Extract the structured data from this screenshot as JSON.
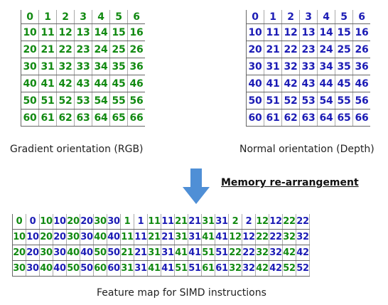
{
  "gradient_grid": {
    "color": "#128a12",
    "rows": [
      [
        "0",
        "1",
        "2",
        "3",
        "4",
        "5",
        "6"
      ],
      [
        "10",
        "11",
        "12",
        "13",
        "14",
        "15",
        "16"
      ],
      [
        "20",
        "21",
        "22",
        "23",
        "24",
        "25",
        "26"
      ],
      [
        "30",
        "31",
        "32",
        "33",
        "34",
        "35",
        "36"
      ],
      [
        "40",
        "41",
        "42",
        "43",
        "44",
        "45",
        "46"
      ],
      [
        "50",
        "51",
        "52",
        "53",
        "54",
        "55",
        "56"
      ],
      [
        "60",
        "61",
        "62",
        "63",
        "64",
        "65",
        "66"
      ]
    ],
    "caption": "Gradient orientation (RGB)"
  },
  "normal_grid": {
    "color": "#1c1cb5",
    "rows": [
      [
        "0",
        "1",
        "2",
        "3",
        "4",
        "5",
        "6"
      ],
      [
        "10",
        "11",
        "12",
        "13",
        "14",
        "15",
        "16"
      ],
      [
        "20",
        "21",
        "22",
        "23",
        "24",
        "25",
        "26"
      ],
      [
        "30",
        "31",
        "32",
        "33",
        "34",
        "35",
        "36"
      ],
      [
        "40",
        "41",
        "42",
        "43",
        "44",
        "45",
        "46"
      ],
      [
        "50",
        "51",
        "52",
        "53",
        "54",
        "55",
        "56"
      ],
      [
        "60",
        "61",
        "62",
        "63",
        "64",
        "65",
        "66"
      ]
    ],
    "caption": "Normal orientation (Depth)"
  },
  "arrow": {
    "icon": "down-arrow-icon",
    "color": "#4f8fd6"
  },
  "memory_label": "Memory re-arrangement",
  "feature_map": {
    "rows": [
      [
        "0",
        "0",
        "10",
        "10",
        "20",
        "20",
        "30",
        "30",
        "1",
        "1",
        "11",
        "11",
        "21",
        "21",
        "31",
        "31",
        "2",
        "2",
        "12",
        "12",
        "22",
        "22"
      ],
      [
        "10",
        "10",
        "20",
        "20",
        "30",
        "30",
        "40",
        "40",
        "11",
        "11",
        "21",
        "21",
        "31",
        "31",
        "41",
        "41",
        "12",
        "12",
        "22",
        "22",
        "32",
        "32"
      ],
      [
        "20",
        "20",
        "30",
        "30",
        "40",
        "40",
        "50",
        "50",
        "21",
        "21",
        "31",
        "31",
        "41",
        "41",
        "51",
        "51",
        "22",
        "22",
        "32",
        "32",
        "42",
        "42"
      ],
      [
        "30",
        "30",
        "40",
        "40",
        "50",
        "50",
        "60",
        "60",
        "31",
        "31",
        "41",
        "41",
        "51",
        "51",
        "61",
        "61",
        "32",
        "32",
        "42",
        "42",
        "52",
        "52"
      ]
    ],
    "colors": [
      "g",
      "b"
    ],
    "caption": "Feature map for SIMD instructions"
  }
}
